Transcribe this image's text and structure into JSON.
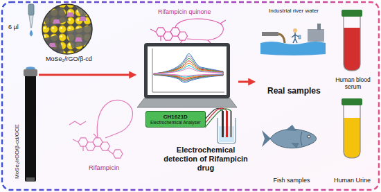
{
  "diagram": {
    "nodes": [
      {
        "text": [
          "MoSe₂/rGO/β-cd/GCE"
        ]
      },
      {
        "text": [
          "CH1621D",
          "Electrochemical Analyser"
        ]
      },
      {
        "text": [
          "Real samples"
        ]
      },
      {
        "text": [
          "Industrial river water"
        ],
        "in": 2
      },
      {
        "text": [
          "Human blood serum"
        ],
        "in": 2
      },
      {
        "text": [
          "Fish samples"
        ],
        "in": 2
      },
      {
        "text": [
          "Human Urine"
        ],
        "in": 2
      }
    ],
    "edges": [
      {
        "from": 0,
        "to": 1,
        "arrow": "to"
      },
      {
        "from": 1,
        "to": 2,
        "arrow": "to"
      }
    ],
    "labels": [
      "6 µl",
      "MoSe₂/rGO/β-cd",
      "Rifampicin quinone",
      "Rifampicin",
      "Electrochemical detection of Rifampicin drug"
    ]
  }
}
